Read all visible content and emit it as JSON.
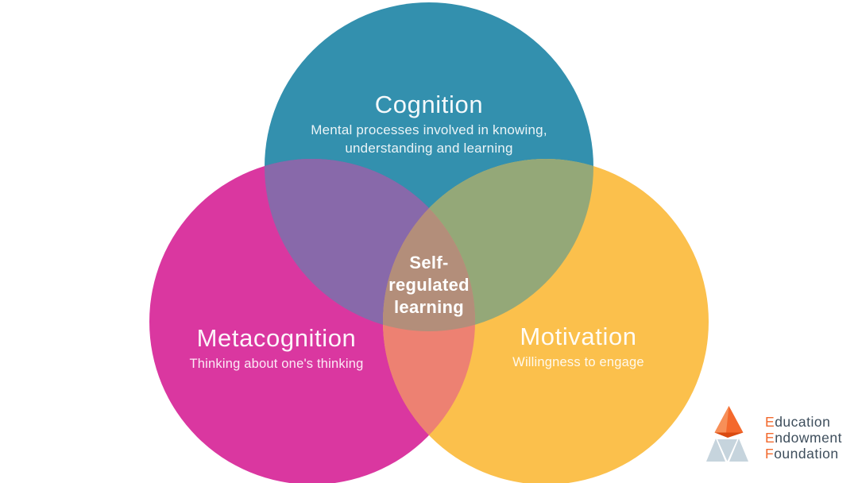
{
  "diagram": {
    "type": "venn",
    "center": {
      "label": "Self-\nregulated\nlearning"
    },
    "circles": {
      "cognition": {
        "title": "Cognition",
        "subtitle": "Mental processes involved in knowing,\nunderstanding and learning"
      },
      "metacognition": {
        "title": "Metacognition",
        "subtitle": "Thinking about one's thinking"
      },
      "motivation": {
        "title": "Motivation",
        "subtitle": "Willingness to engage"
      }
    }
  },
  "colors": {
    "cognition": "#3390ae",
    "metacognition": "#da37a0",
    "motivation": "#fbc04c",
    "cognition_metacognition": "#8869aa",
    "cognition_motivation": "#94a878",
    "metacognition_motivation": "#ed8172",
    "center_overlap": "#b38e7a",
    "logo_orange": "#f4682c",
    "logo_orange_light": "#f78f58",
    "logo_orange_dark": "#da4a10",
    "logo_gray_blue": "#c6d4dd",
    "logo_text_gray": "#3e4e5c"
  },
  "logo": {
    "lines": [
      {
        "initial": "E",
        "rest": "ducation"
      },
      {
        "initial": "E",
        "rest": "ndowment"
      },
      {
        "initial": "F",
        "rest": "oundation"
      }
    ]
  }
}
